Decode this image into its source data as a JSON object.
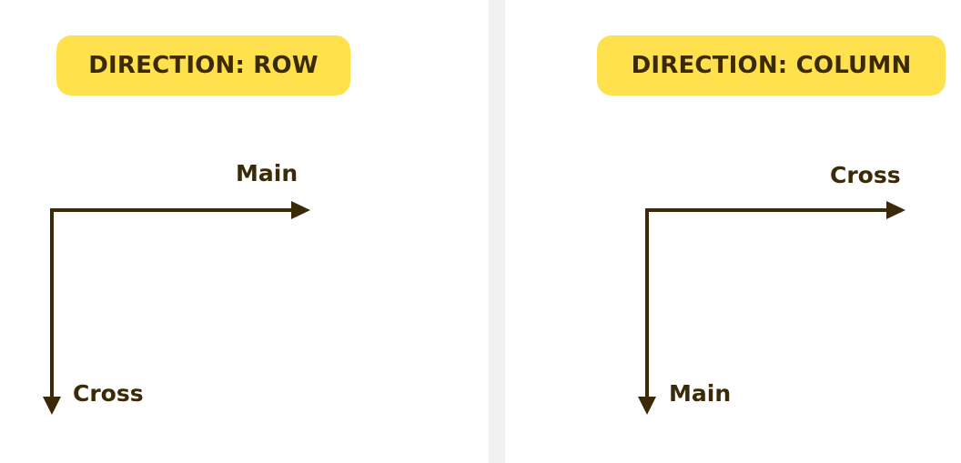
{
  "panels": {
    "row": {
      "title": "DIRECTION: ROW",
      "horizontal_label": "Main",
      "vertical_label": "Cross"
    },
    "column": {
      "title": "DIRECTION: COLUMN",
      "horizontal_label": "Cross",
      "vertical_label": "Main"
    }
  },
  "colors": {
    "pill": "#ffe14d",
    "ink": "#3b2a08",
    "divider": "#f1f1f1"
  }
}
